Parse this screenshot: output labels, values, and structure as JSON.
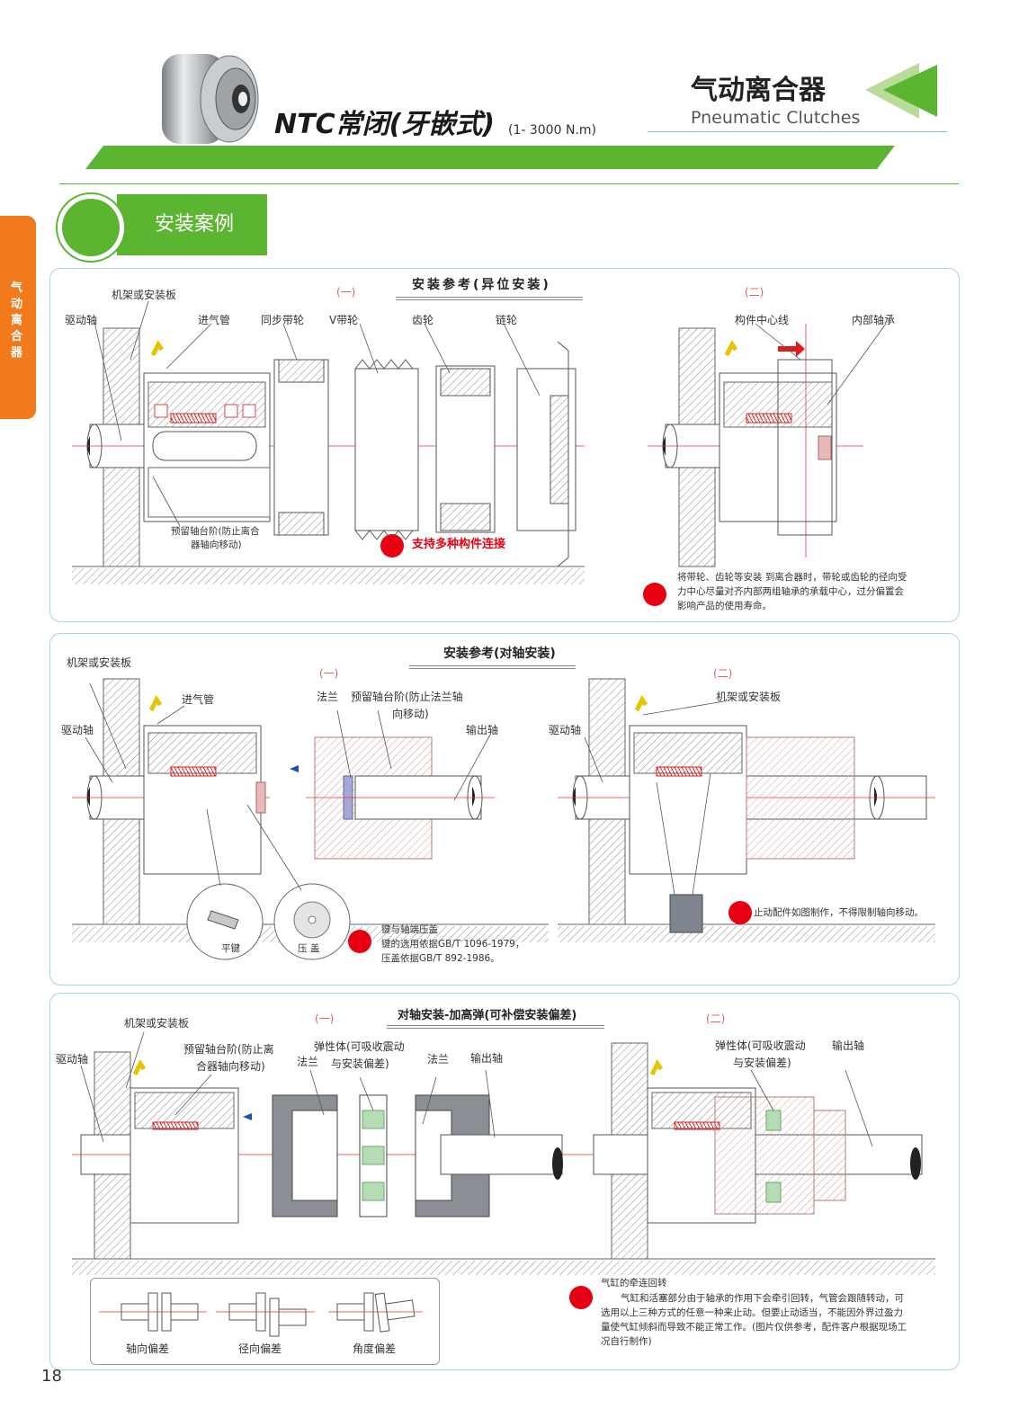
{
  "header": {
    "product_title": "NTC常闭(牙嵌式)",
    "product_range": "(1- 3000 N.m)",
    "category_cn": "气动离合器",
    "category_en": "Pneumatic Clutches",
    "accent_color": "#5cb531",
    "side_tab_color": "#f07a1c"
  },
  "side_tab": {
    "label": "气动离合器"
  },
  "section": {
    "title": "安装案例"
  },
  "panel1": {
    "title": "安装参考(异位安装)",
    "sub1": "(一)",
    "sub2": "(二)",
    "labels": {
      "frame": "机架或安装板",
      "drive_shaft": "驱动轴",
      "air_pipe": "进气管",
      "sync_pulley": "同步带轮",
      "v_pulley": "V带轮",
      "gear": "齿轮",
      "sprocket": "链轮",
      "reserved_step_1": "预留轴台阶(防止离合",
      "reserved_step_2": "器轴向移动)",
      "component_center": "构件中心线",
      "inner_bearing": "内部轴承"
    },
    "highlight": "支持多种构件连接",
    "note_1": "将带轮、齿轮等安装 到离合器时，带轮或齿轮的径向受",
    "note_2": "力中心尽量对齐内部两组轴承的承载中心，过分偏置会",
    "note_3": "影响产品的使用寿命。"
  },
  "panel2": {
    "title": "安装参考(对轴安装)",
    "sub1": "(一)",
    "sub2": "(二)",
    "labels": {
      "frame": "机架或安装板",
      "air_pipe": "进气管",
      "drive_shaft": "驱动轴",
      "flange": "法兰",
      "reserved_step_1": "预留轴台阶(防止法兰轴",
      "reserved_step_2": "向移动)",
      "output_shaft": "输出轴",
      "drive_shaft_2": "驱动轴",
      "frame_2": "机架或安装板",
      "flat_key": "平键",
      "cap": "压  盖"
    },
    "note_key_1": "键与轴端压盖",
    "note_key_2": "键的选用依据GB/T 1096-1979，",
    "note_key_3": "压盖依据GB/T 892-1986。",
    "note_stop": "止动配件如图制作，不得限制轴向移动。"
  },
  "panel3": {
    "title": "对轴安装-加高弹(可补偿安装偏差)",
    "sub1": "(一)",
    "sub2": "(二)",
    "labels": {
      "frame": "机架或安装板",
      "drive_shaft": "驱动轴",
      "reserved_step_1": "预留轴台阶(防止离",
      "reserved_step_2": "合器轴向移动)",
      "elastic_1": "弹性体(可吸收震动",
      "elastic_2": "与安装偏差)",
      "flange": "法兰",
      "flange_2": "法兰",
      "output_shaft": "输出轴",
      "elastic_b_1": "弹性体(可吸收震动",
      "elastic_b_2": "与安装偏差)",
      "output_shaft_2": "输出轴"
    },
    "deviations": [
      "轴向偏差",
      "径向偏差",
      "角度偏差"
    ],
    "note_title": "气缸的牵连回转",
    "note_1": "气缸和活塞部分由于轴承的作用下会牵引回转，气管会跟随转动，可",
    "note_2": "选用以上三种方式的任意一种来止动。但要止动适当，不能因外界过盈力",
    "note_3": "量使气缸倾斜而导致不能正常工作。(图片仅供参考，配件客户根据现场工",
    "note_4": "况自行制作)"
  },
  "page_number": "18"
}
